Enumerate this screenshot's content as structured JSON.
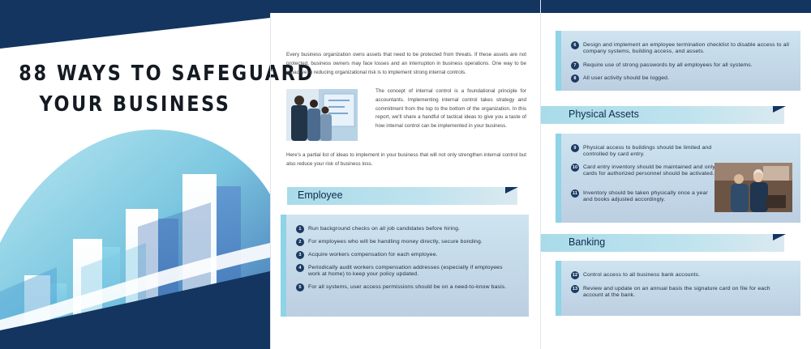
{
  "cover": {
    "title_line1": "88 WAYS TO SAFEGUARD",
    "title_line2": "YOUR BUSINESS"
  },
  "intro": {
    "paragraph": "Every business organization owns assets that need to be protected from threats. If these assets are not protected, business owners may face losses and an interruption in business operations. One way to be proactive in reducing organizational risk is to implement strong internal controls.",
    "concept": "The concept of internal control is a foundational principle for accountants. Implementing internal control takes strategy and commitment from the top to the bottom of the organization. In this report, we'll share a handful of tactical ideas to give you a taste of how internal control can be implemented in your business.",
    "list_intro": "Here's a partial list of ideas to implement in your business that will not only strengthen internal control but also reduce your risk of business loss."
  },
  "sections": {
    "employee": {
      "title": "Employee",
      "items": [
        {
          "num": "1",
          "text": "Run background checks on all job candidates before hiring."
        },
        {
          "num": "2",
          "text": "For employees who will be handling money directly, secure bonding."
        },
        {
          "num": "3",
          "text": "Acquire workers compensation for each employee."
        },
        {
          "num": "4",
          "text": "Periodically audit workers compensation addresses (especially if employees work at home) to keep your policy updated."
        },
        {
          "num": "5",
          "text": "For all systems, user access permissions should be on a need-to-know basis."
        }
      ]
    },
    "employee_cont": {
      "items": [
        {
          "num": "6",
          "text": "Design and implement an employee termination checklist to disable access to all company systems, building access, and assets."
        },
        {
          "num": "7",
          "text": "Require use of strong passwords by all employees for all systems."
        },
        {
          "num": "8",
          "text": "All user activity should be logged."
        }
      ]
    },
    "physical": {
      "title": "Physical Assets",
      "items": [
        {
          "num": "9",
          "text": "Physical access to buildings should be limited and controlled by card entry."
        },
        {
          "num": "10",
          "text": "Card entry inventory should be maintained and only cards for authorized personnel should be activated."
        },
        {
          "num": "11",
          "text": "Inventory should be taken physically once a year and books adjusted accordingly."
        }
      ]
    },
    "banking": {
      "title": "Banking",
      "items": [
        {
          "num": "12",
          "text": "Control access to all business bank accounts."
        },
        {
          "num": "13",
          "text": "Review and update on an annual basis the signature card on file for each account at the bank."
        }
      ]
    }
  },
  "colors": {
    "navy": "#13355f",
    "accent_cyan": "#8fd3e6",
    "badge": "#1c3b63"
  }
}
